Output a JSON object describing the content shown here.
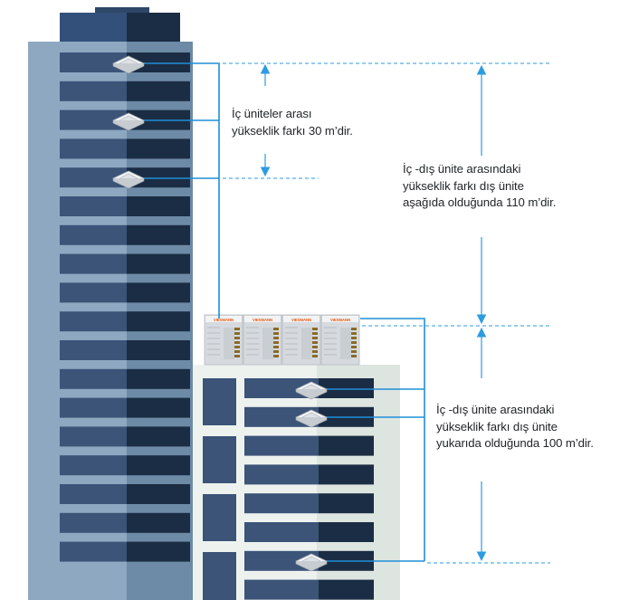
{
  "notes": {
    "indoor_height": "İç üniteler arası\nyükseklik farkı 30 m’dir.",
    "outdoor_below": "İç -dış ünite arasındaki\nyükseklik farkı dış ünite\naşağıda olduğunda 110 m’dir.",
    "outdoor_above": "İç -dış ünite arasındaki\nyükseklik farkı dış ünite\nyukarıda olduğunda 100 m’dir."
  },
  "unit_brand": "VIESMANN",
  "colors": {
    "pipe": "#1f8fd6",
    "dimension": "#2c9be0",
    "tower_light": "#8ea8c1",
    "tower_shade": "#6d8aa6",
    "window_light": "#3b5478",
    "window_dark": "#1b2d44",
    "building_light": "#eef2ef",
    "building_shade": "#dde5e0",
    "brand_orange": "#e85a10"
  }
}
